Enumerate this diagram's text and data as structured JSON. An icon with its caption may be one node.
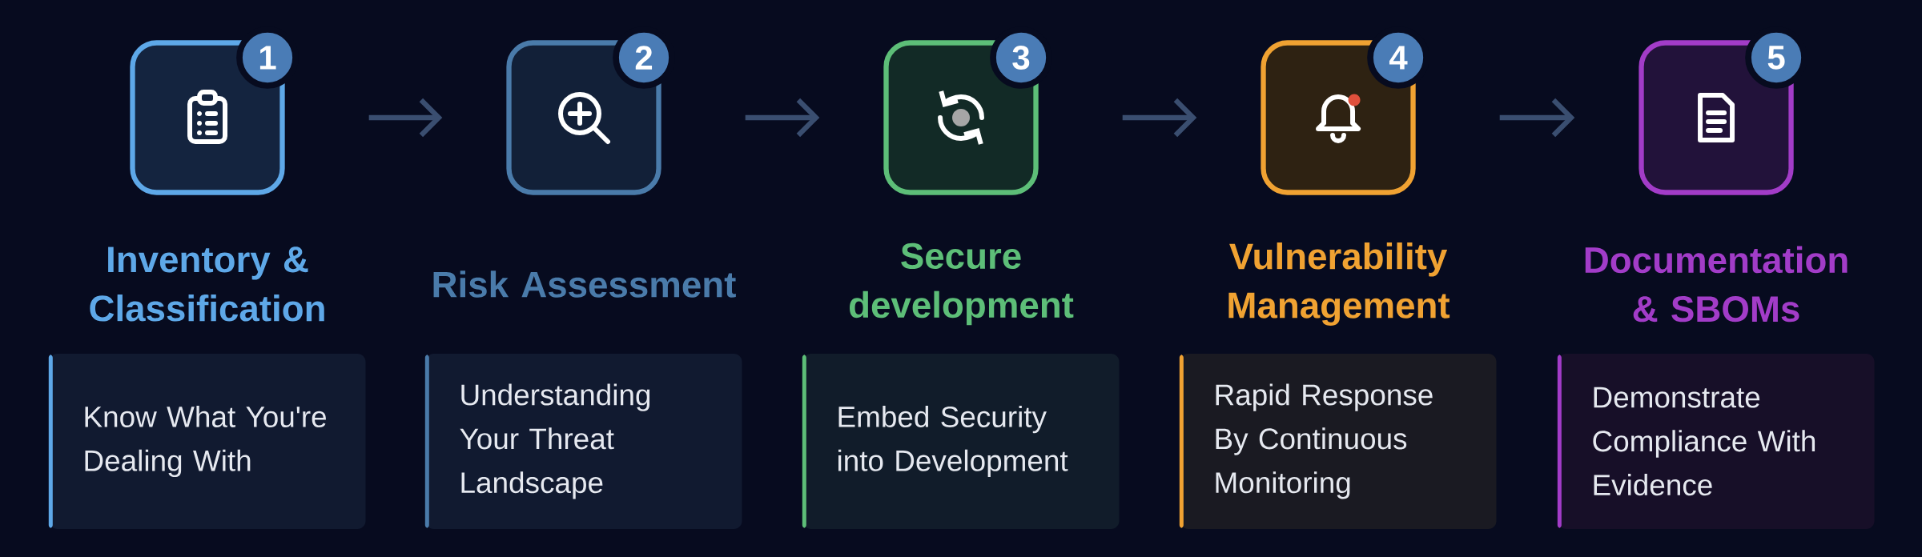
{
  "diagram": {
    "nodes": [
      {
        "text": [
          "Inventory & Classification"
        ]
      },
      {
        "text": [
          "Know What You're Dealing With"
        ]
      },
      {
        "text": [
          "Risk Assessment"
        ]
      },
      {
        "text": [
          "Understanding Your Threat Landscape"
        ]
      },
      {
        "text": [
          "Secure development"
        ]
      },
      {
        "text": [
          "Embed Security into Development"
        ]
      },
      {
        "text": [
          "Vulnerability Management"
        ]
      },
      {
        "text": [
          "Rapid Response By Continuous Monitoring"
        ]
      },
      {
        "text": [
          "Documentation & SBOMs"
        ]
      },
      {
        "text": [
          "Demonstrate Compliance With Evidence"
        ]
      }
    ],
    "edges": [
      {
        "from": 0,
        "to": 2,
        "arrow": "to"
      },
      {
        "from": 2,
        "to": 4,
        "arrow": "to"
      },
      {
        "from": 4,
        "to": 6,
        "arrow": "to"
      },
      {
        "from": 6,
        "to": 8,
        "arrow": "to"
      }
    ],
    "labels": [
      "1",
      "2",
      "3",
      "4",
      "5"
    ]
  }
}
